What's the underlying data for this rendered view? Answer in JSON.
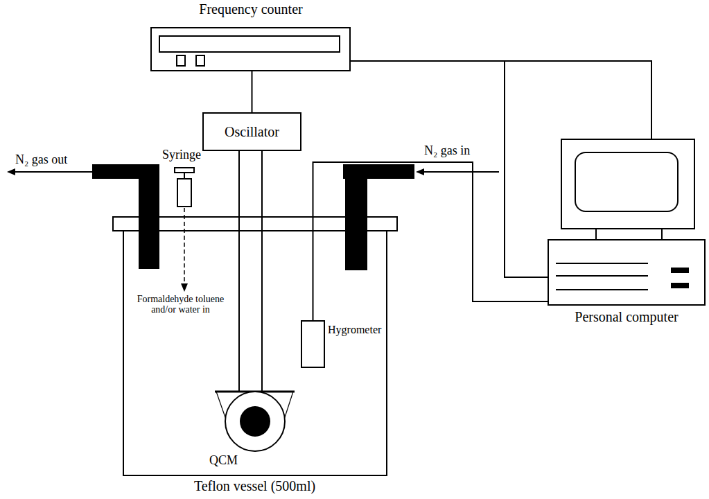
{
  "diagram": {
    "nodes": [
      {
        "text": [
          "Frequency counter"
        ]
      },
      {
        "text": [
          "Oscillator"
        ]
      },
      {
        "text": [
          "Teflon vessel (500ml)"
        ]
      },
      {
        "text": [
          "QCM"
        ],
        "in": 2
      },
      {
        "text": [
          "Hygrometer"
        ],
        "in": 2
      },
      {
        "text": [
          "Personal computer"
        ]
      }
    ],
    "edges": [
      {
        "from": 0,
        "to": 1,
        "arrow": "none"
      },
      {
        "from": 0,
        "to": 5,
        "arrow": "none"
      },
      {
        "from": 1,
        "to": 3,
        "arrow": "none"
      },
      {
        "from": 4,
        "to": 5,
        "arrow": "none"
      }
    ],
    "labels": [
      "N₂ gas out",
      "Syringe",
      "N₂ gas in",
      "Formaldehyde toluene and/or water in"
    ]
  }
}
